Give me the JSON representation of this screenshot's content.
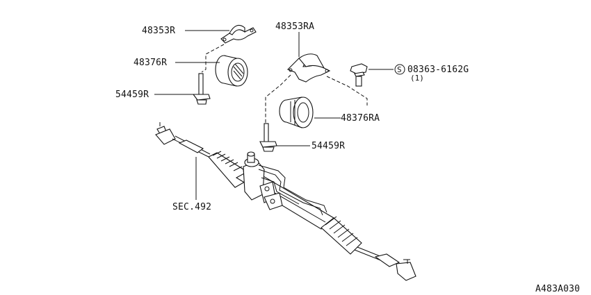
{
  "labels": {
    "clamp_r": "48353R",
    "insulator_r": "48376R",
    "stud_r": "54459R",
    "clamp_ra": "48353RA",
    "bolt_part": "08363-6162G",
    "bolt_qty": "(1)",
    "insulator_ra": "48376RA",
    "stud_ra": "54459R",
    "sec_ref": "SEC.492",
    "drawing_id": "A483A030"
  },
  "symbols": {
    "bolt_prefix_icon": "S"
  }
}
